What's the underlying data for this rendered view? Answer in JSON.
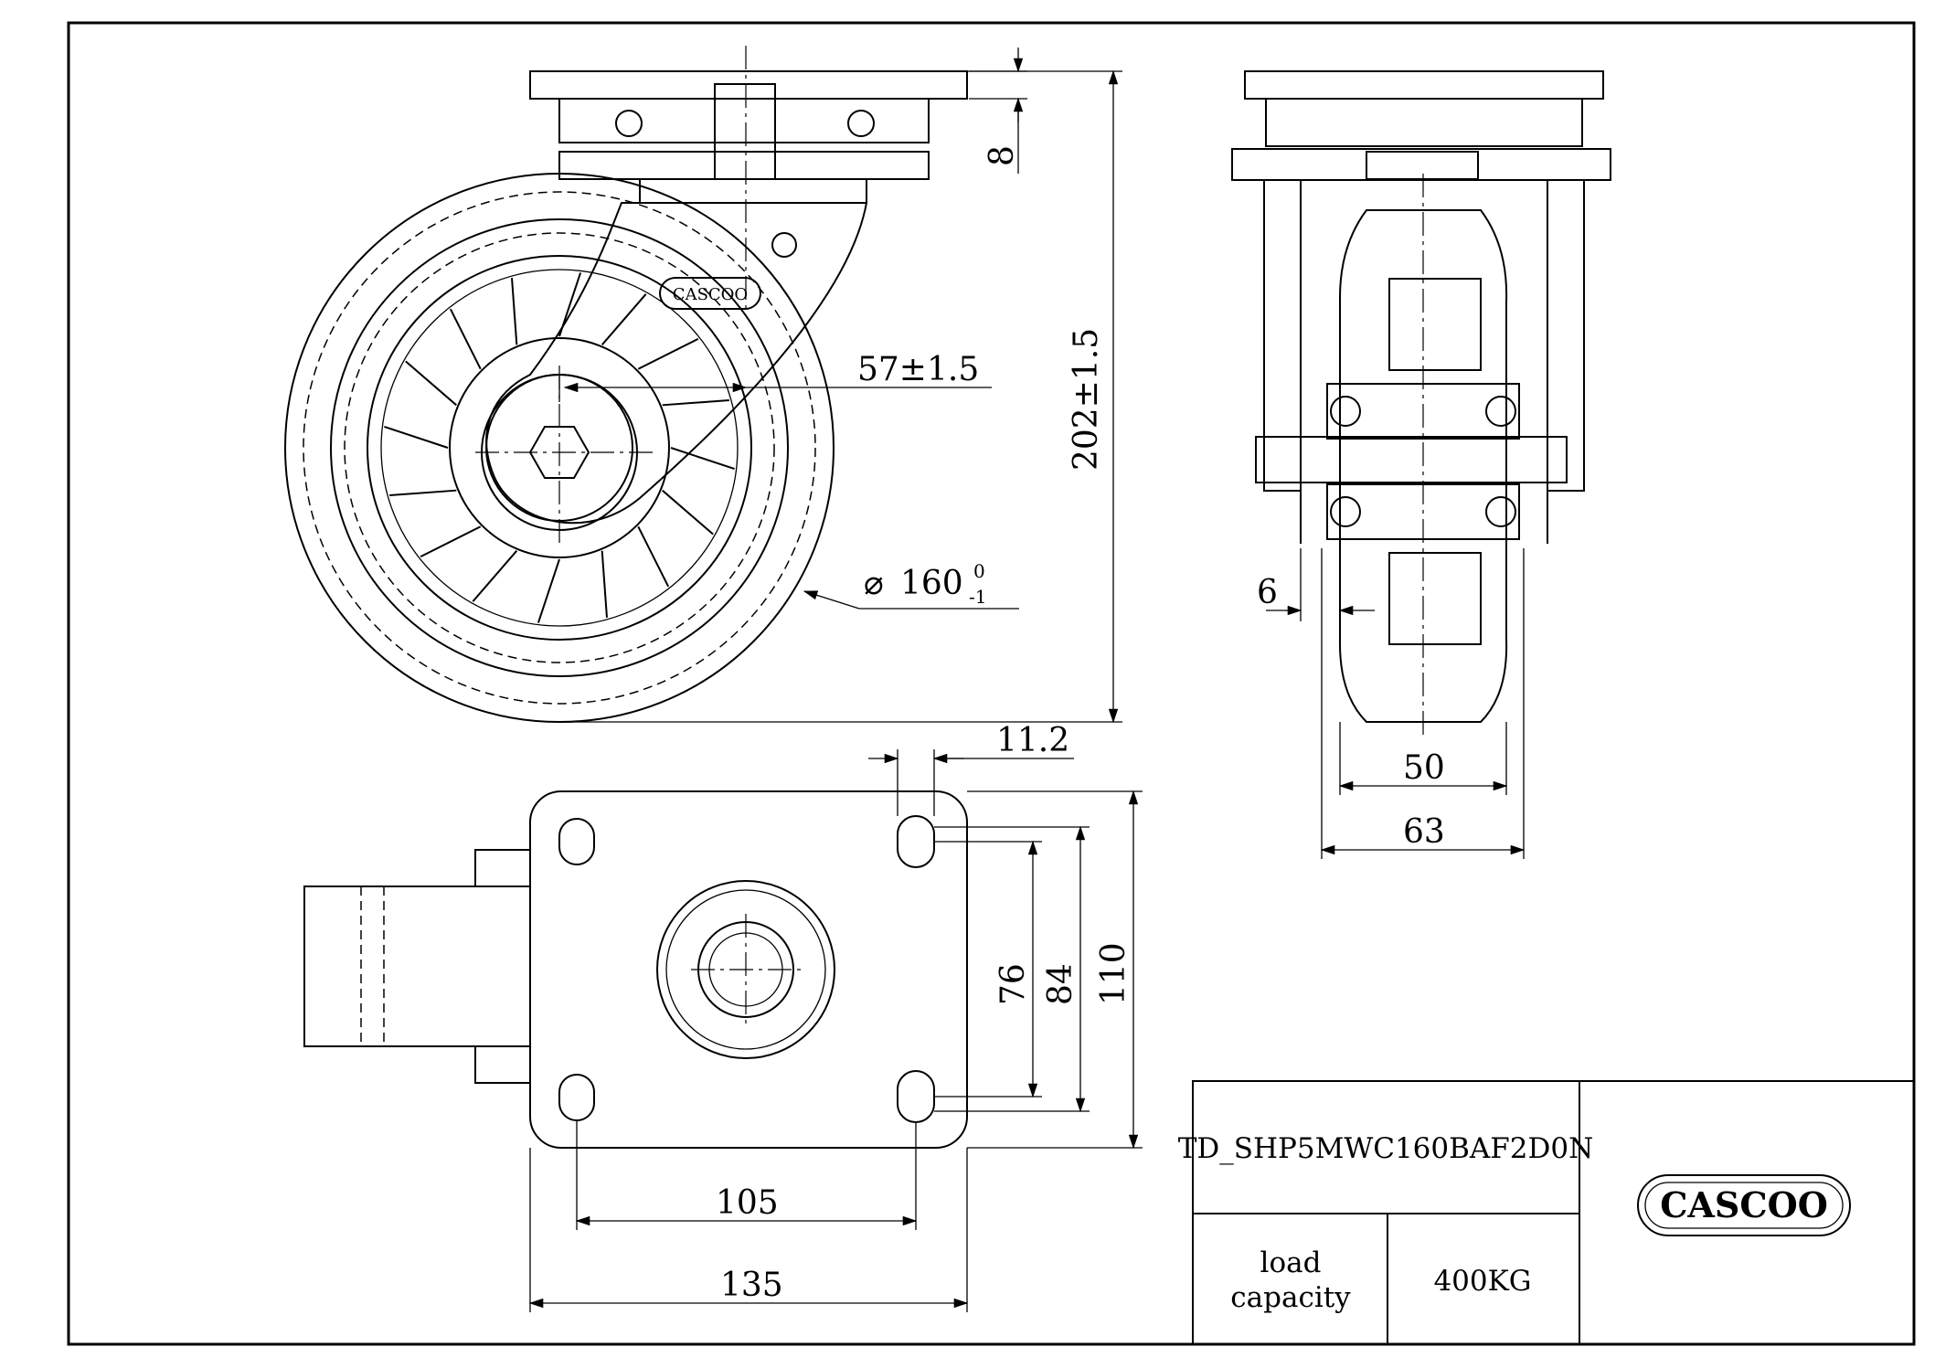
{
  "drawing": {
    "part_number": "TD_SHP5MWC160BAF2D0N",
    "load_label_line1": "load",
    "load_label_line2": "capacity",
    "load_value": "400KG",
    "logo_text": "CASCOO",
    "dimensions": {
      "plate_thickness": "8",
      "overall_height": "202±1.5",
      "swivel_offset": "57±1.5",
      "wheel_dia_base": "160",
      "wheel_dia_upper": "0",
      "wheel_dia_lower": "-1",
      "hub_gap": "6",
      "wheel_width": "50",
      "fork_width": "63",
      "slot_offset": "11.2",
      "hole_spacing_short": "76",
      "hole_spacing_long": "84",
      "plate_length": "110",
      "hole_spacing_width": "105",
      "plate_width": "135"
    }
  }
}
